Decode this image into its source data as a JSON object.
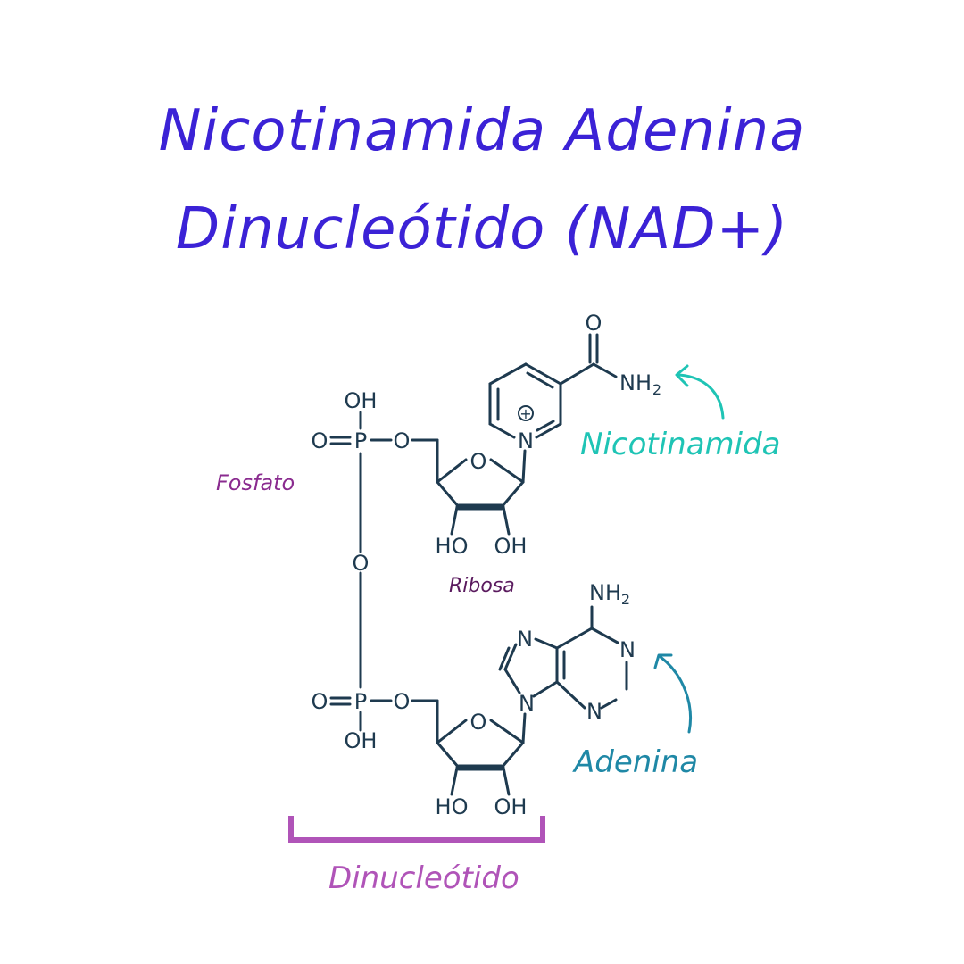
{
  "title": {
    "line1": "Nicotinamida Adenina",
    "line2": "Dinucleótido (NAD+)",
    "color": "#3b22d6"
  },
  "labels": {
    "nicotinamida": {
      "text": "Nicotinamida",
      "color": "#1fc4b5"
    },
    "adenina": {
      "text": "Adenina",
      "color": "#1f88a6"
    },
    "fosfato": {
      "text": "Fosfato",
      "color": "#8a2b8f"
    },
    "ribosa": {
      "text": "Ribosa",
      "color": "#5a1a5e"
    },
    "dinucleotido": {
      "text": "Dinucleótido",
      "color": "#b054b8"
    }
  },
  "molecule": {
    "atoms": {
      "oh": "OH",
      "ho": "HO",
      "o": "O",
      "p": "P",
      "n": "N",
      "nh2_n": "NH",
      "nh2_sub": "2",
      "plus": "+"
    },
    "bond_color": "#1e3a4f"
  }
}
